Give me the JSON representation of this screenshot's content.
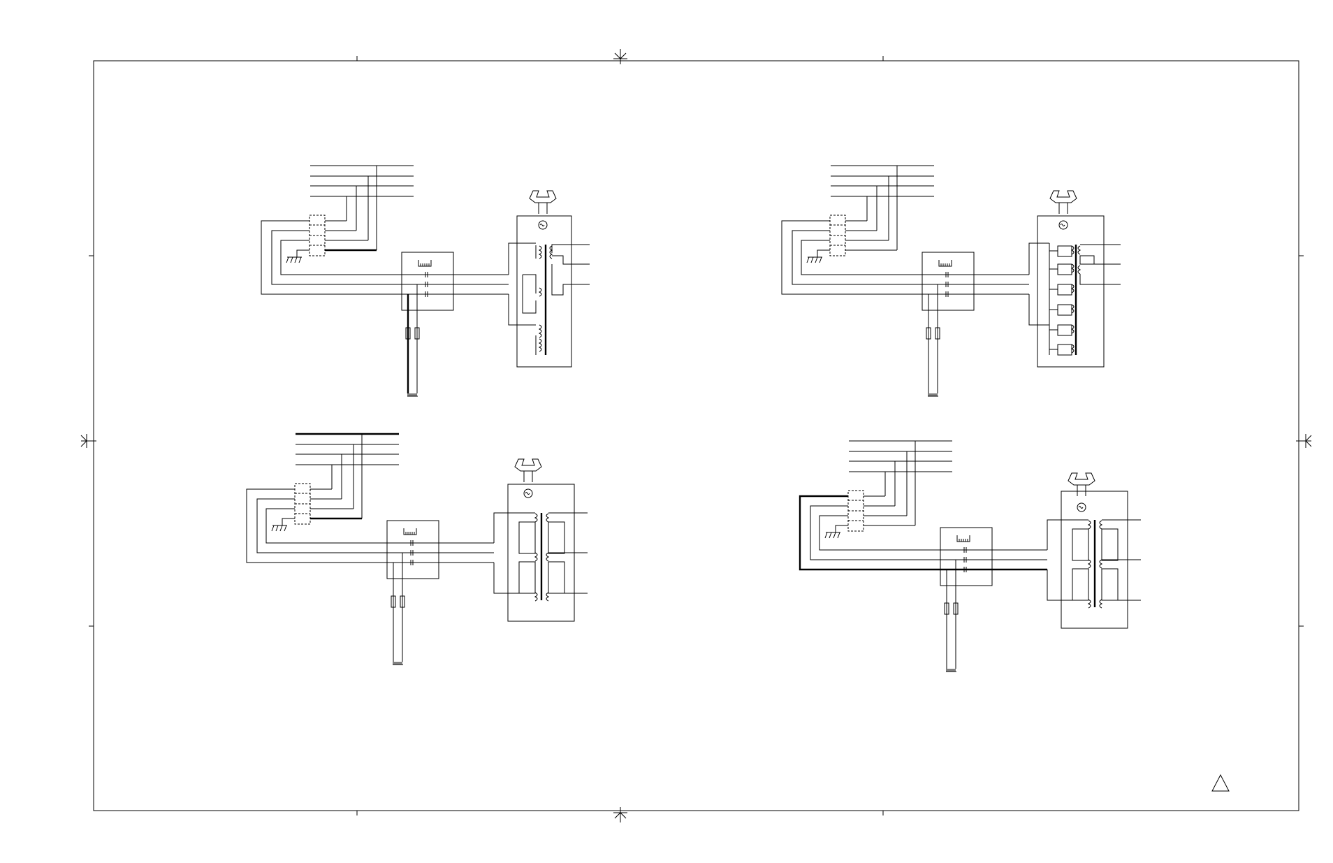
{
  "drawing": {
    "revision_mark": "",
    "sheet_border_color": "#000000",
    "background_color": "#ffffff"
  },
  "modules": [
    {
      "id": "top-left",
      "coils": 4
    },
    {
      "id": "top-right",
      "coils": 6
    },
    {
      "id": "bottom-left",
      "coils": 3
    },
    {
      "id": "bottom-right",
      "coils": 3
    }
  ]
}
